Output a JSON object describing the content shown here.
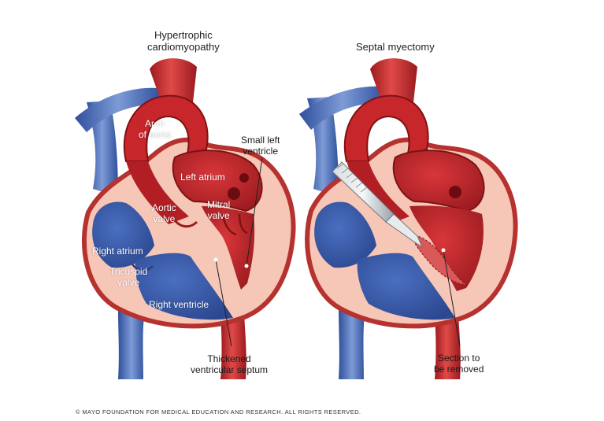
{
  "titles": {
    "left": "Hypertrophic\ncardiomyopathy",
    "right": "Septal myectomy"
  },
  "labels": {
    "arch_of_aorta": "Arch\nof aorta",
    "left_atrium": "Left atrium",
    "aortic_valve": "Aortic\nvalve",
    "mitral_valve": "Mitral\nvalve",
    "right_atrium": "Right atrium",
    "tricuspid_valve": "Tricuspid\nvalve",
    "right_ventricle": "Right ventricle",
    "small_left_ventricle": "Small left\nventricle",
    "thickened_septum": "Thickened\nventricular septum",
    "section_removed": "Section to\nbe removed"
  },
  "copyright": "© MAYO FOUNDATION FOR MEDICAL EDUCATION AND RESEARCH. ALL RIGHTS RESERVED.",
  "colors": {
    "vein_blue": "#3f63b0",
    "vein_blue_light": "#7d9bd6",
    "artery_red": "#c7262b",
    "artery_red_dark": "#8f1518",
    "muscle_pink": "#f6c6b7",
    "muscle_edge": "#b5322f"
  }
}
